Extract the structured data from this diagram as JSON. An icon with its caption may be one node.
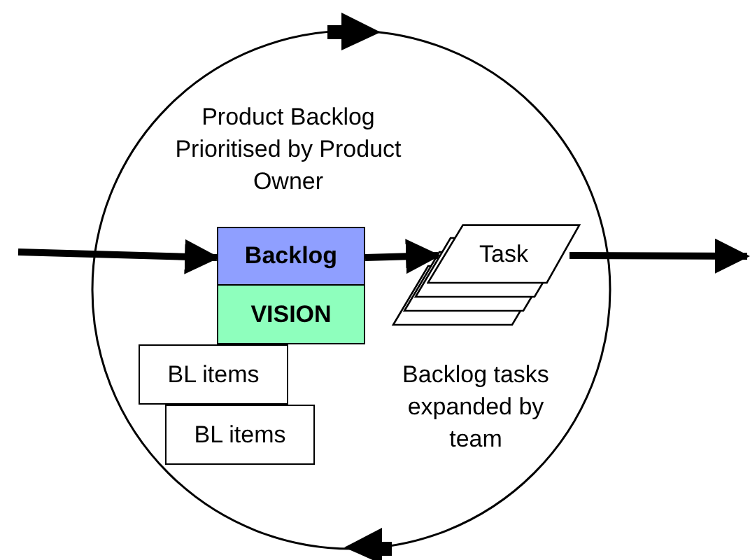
{
  "diagram": {
    "nodes": [
      {
        "text": [
          "Backlog"
        ]
      },
      {
        "text": [
          "VISION"
        ]
      },
      {
        "text": [
          "BL items"
        ]
      },
      {
        "text": [
          "BL items"
        ]
      },
      {
        "text": [
          "Task"
        ]
      }
    ],
    "edges": [
      {
        "from": null,
        "to": 0,
        "arrow": "to"
      },
      {
        "from": 0,
        "to": 4,
        "arrow": "to"
      },
      {
        "from": 4,
        "to": null,
        "arrow": "to"
      }
    ],
    "labels": [
      "Product Backlog Prioritised by Product Owner",
      "Backlog tasks expanded by team"
    ]
  }
}
